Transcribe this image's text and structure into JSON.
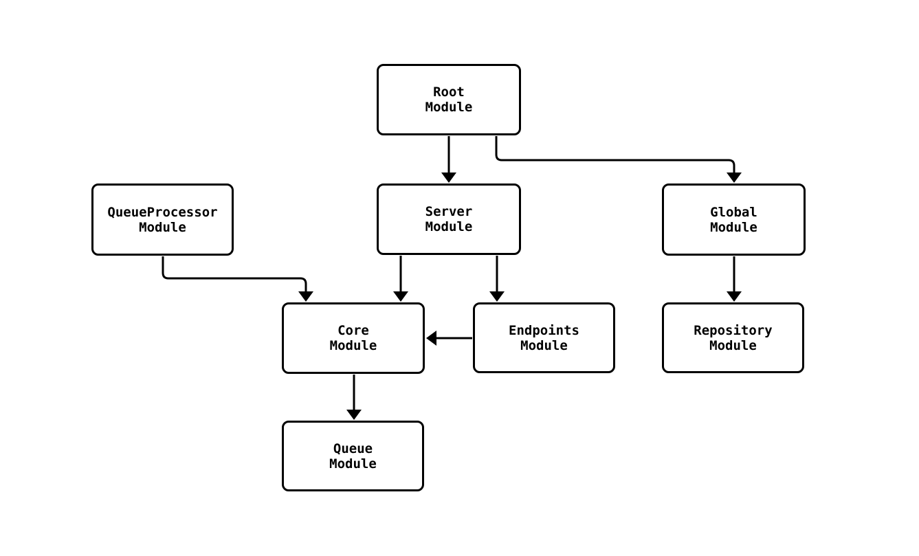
{
  "diagram": {
    "type": "module-dependency-flowchart",
    "background_color": "#ffffff",
    "node_fill_color": "#ffffff",
    "node_border_color": "#000000",
    "edge_color": "#000000",
    "text_color": "#000000"
  },
  "nodes": {
    "root": {
      "line1": "Root",
      "line2": "Module"
    },
    "queueprocessor": {
      "line1": "QueueProcessor",
      "line2": "Module"
    },
    "server": {
      "line1": "Server",
      "line2": "Module"
    },
    "global": {
      "line1": "Global",
      "line2": "Module"
    },
    "core": {
      "line1": "Core",
      "line2": "Module"
    },
    "endpoints": {
      "line1": "Endpoints",
      "line2": "Module"
    },
    "repository": {
      "line1": "Repository",
      "line2": "Module"
    },
    "queue": {
      "line1": "Queue",
      "line2": "Module"
    }
  },
  "edges": [
    {
      "from": "root",
      "to": "server"
    },
    {
      "from": "root",
      "to": "global"
    },
    {
      "from": "queueprocessor",
      "to": "core"
    },
    {
      "from": "server",
      "to": "core"
    },
    {
      "from": "server",
      "to": "endpoints"
    },
    {
      "from": "endpoints",
      "to": "core"
    },
    {
      "from": "global",
      "to": "repository"
    },
    {
      "from": "core",
      "to": "queue"
    }
  ]
}
